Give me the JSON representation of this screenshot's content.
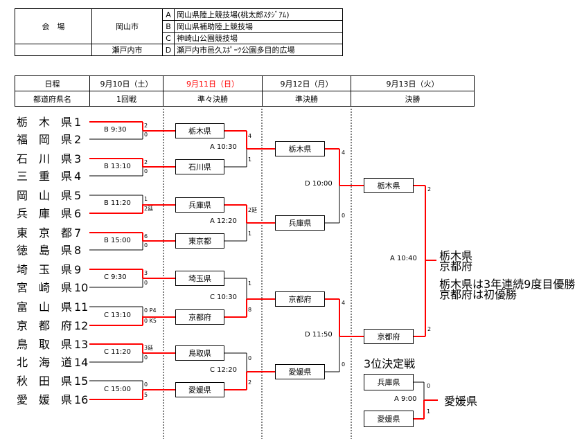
{
  "venue": {
    "label": "会　場",
    "city1": "岡山市",
    "city2": "瀬戸内市",
    "rows": [
      {
        "code": "A",
        "name": "岡山県陸上競技場(桃太郎ｽﾀｼﾞｱﾑ)"
      },
      {
        "code": "B",
        "name": "岡山県補助陸上競技場"
      },
      {
        "code": "C",
        "name": "神崎山公園競技場"
      },
      {
        "code": "D",
        "name": "瀬戸内市邑久ｽﾎﾟｰﾂ公園多目的広場"
      }
    ]
  },
  "schedule": {
    "row1": [
      "日程",
      "9月10日（土）",
      "9月11日（日）",
      "9月12日（月）",
      "9月13日（火）"
    ],
    "row2": [
      "都道府県名",
      "1回戦",
      "準々決勝",
      "準決勝",
      "決勝"
    ],
    "sunday_color": "#ff0000"
  },
  "teams": [
    {
      "name": "栃　木　県",
      "seed": "1"
    },
    {
      "name": "福　岡　県",
      "seed": "2"
    },
    {
      "name": "石　川　県",
      "seed": "3"
    },
    {
      "name": "三　重　県",
      "seed": "4"
    },
    {
      "name": "岡　山　県",
      "seed": "5"
    },
    {
      "name": "兵　庫　県",
      "seed": "6"
    },
    {
      "name": "東　京　都",
      "seed": "7"
    },
    {
      "name": "徳　島　県",
      "seed": "8"
    },
    {
      "name": "埼　玉　県",
      "seed": "9"
    },
    {
      "name": "宮　崎　県",
      "seed": "10"
    },
    {
      "name": "富　山　県",
      "seed": "11"
    },
    {
      "name": "京　都　府",
      "seed": "12"
    },
    {
      "name": "鳥　取　県",
      "seed": "13"
    },
    {
      "name": "北　海　道",
      "seed": "14"
    },
    {
      "name": "秋　田　県",
      "seed": "15"
    },
    {
      "name": "愛　媛　県",
      "seed": "16"
    }
  ],
  "round1": [
    {
      "time": "B  9:30",
      "top": "2",
      "bottom": "0"
    },
    {
      "time": "B 13:10",
      "top": "2",
      "bottom": "0"
    },
    {
      "time": "B 11:20",
      "top": "1",
      "bottom": "2延"
    },
    {
      "time": "B 15:00",
      "top": "6",
      "bottom": "0"
    },
    {
      "time": "C  9:30",
      "top": "3",
      "bottom": "0"
    },
    {
      "time": "C 13:10",
      "top": "0 P4",
      "bottom": "0 K5"
    },
    {
      "time": "C 11:20",
      "top": "3延",
      "bottom": "0"
    },
    {
      "time": "C 15:00",
      "top": "0",
      "bottom": "5"
    }
  ],
  "qf_teams": [
    "栃木県",
    "石川県",
    "兵庫県",
    "東京都",
    "埼玉県",
    "京都府",
    "鳥取県",
    "愛媛県"
  ],
  "qf": [
    {
      "time": "A 10:30",
      "top": "4",
      "bottom": "1"
    },
    {
      "time": "A 12:20",
      "top": "2延",
      "bottom": "1"
    },
    {
      "time": "C 10:30",
      "top": "1",
      "bottom": "8"
    },
    {
      "time": "C 12:20",
      "top": "0",
      "bottom": "2"
    }
  ],
  "sf_teams": [
    "栃木県",
    "兵庫県",
    "京都府",
    "愛媛県"
  ],
  "sf": [
    {
      "time": "D 10:00",
      "top": "4",
      "bottom": "0"
    },
    {
      "time": "D 11:50",
      "top": "4",
      "bottom": "0"
    }
  ],
  "final_teams": [
    "栃木県",
    "京都府"
  ],
  "final": {
    "time": "A 10:40",
    "top": "2",
    "bottom": "2"
  },
  "result": {
    "line1": "栃木県",
    "line2": "京都府",
    "note1": "栃木県は3年連続9度目優勝",
    "note2": "京都府は初優勝"
  },
  "third": {
    "title": "3位決定戦",
    "teams": [
      "兵庫県",
      "愛媛県"
    ],
    "time": "A  9:00",
    "top": "0",
    "bottom": "1",
    "winner": "愛媛県"
  },
  "win_color": "#ff0000"
}
